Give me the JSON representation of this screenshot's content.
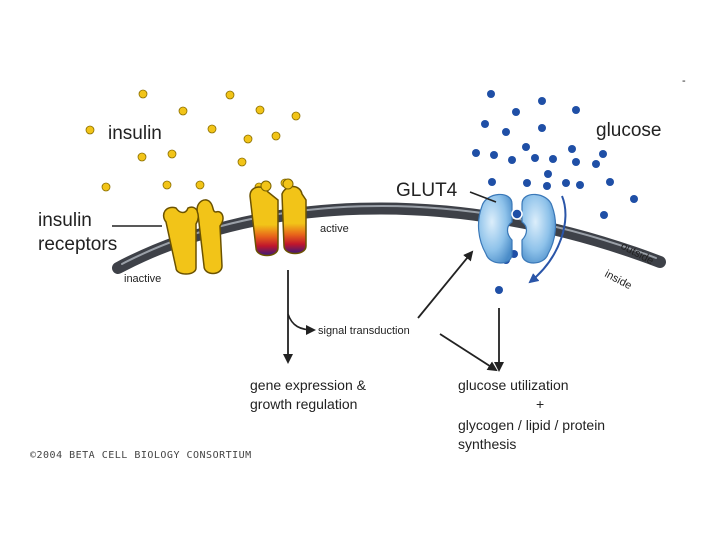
{
  "labels": {
    "insulin": "insulin",
    "glucose": "glucose",
    "glut4": "GLUT4",
    "receptors_line1": "insulin",
    "receptors_line2": "receptors",
    "inactive": "inactive",
    "active": "active",
    "outside": "outside",
    "inside": "inside",
    "signal": "signal transduction",
    "gene_line1": "gene expression &",
    "gene_line2": "growth regulation",
    "util_line1": "glucose utilization",
    "util_plus": "+",
    "util_line2": "glycogen / lipid / protein",
    "util_line3": "synthesis",
    "credit": "©2004 BETA CELL BIOLOGY CONSORTIUM",
    "corner_mark": "-"
  },
  "colors": {
    "insulin_label": "#c8202a",
    "glucose_label": "#2a55a8",
    "insulin_dot": "#f2c418",
    "glucose_dot": "#1f4fa6",
    "receptor": "#f2c418",
    "glut4": "#8ec2ea",
    "membrane": "#3e4148",
    "active_label": "#3aa536",
    "inactive_label": "#c8202a",
    "inside_outside_label": "#2a55a8",
    "arrow": "#222222"
  }
}
